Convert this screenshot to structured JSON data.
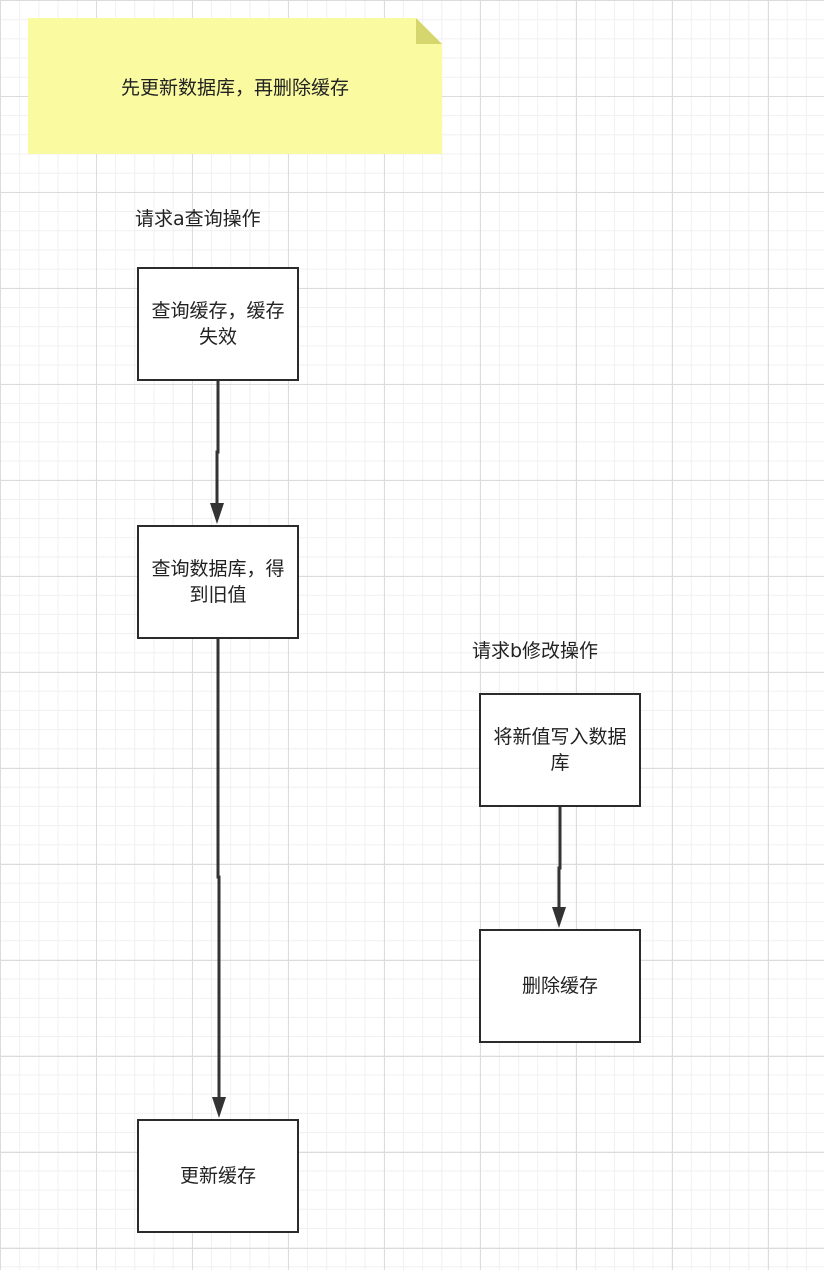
{
  "note": {
    "text": "先更新数据库，再删除缓存",
    "fill": "#fafaa0",
    "fold_fill": "#d6d66e"
  },
  "request_a": {
    "label": "请求a查询操作",
    "steps": [
      "查询缓存，缓存失效",
      "查询数据库，得到旧值",
      "更新缓存"
    ]
  },
  "request_b": {
    "label": "请求b修改操作",
    "steps": [
      "将新值写入数据库",
      "删除缓存"
    ]
  },
  "colors": {
    "border": "#2b2b2b",
    "arrow": "#333333",
    "grid": "#dcdcdc"
  }
}
